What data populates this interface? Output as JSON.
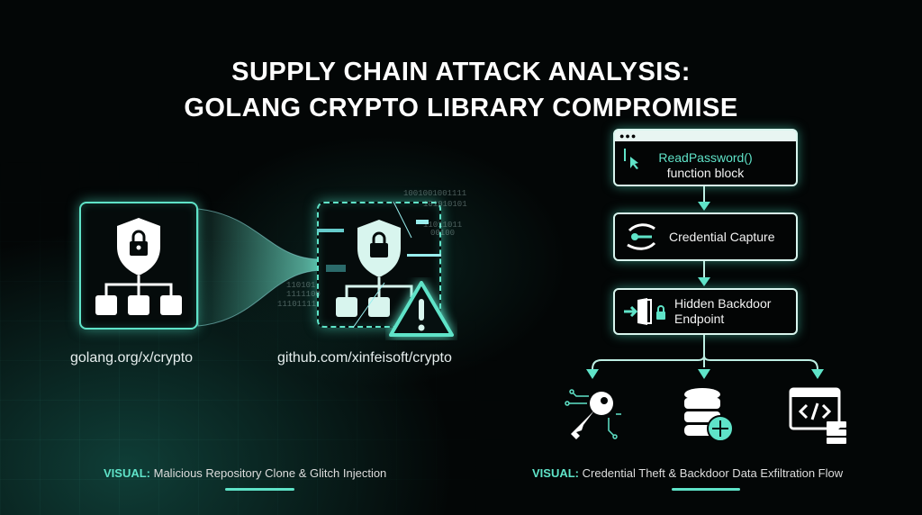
{
  "title": {
    "line1": "SUPPLY CHAIN ATTACK ANALYSIS:",
    "line2": "GOLANG CRYPTO LIBRARY COMPROMISE"
  },
  "left_panel": {
    "legit_repo": "golang.org/x/crypto",
    "malicious_repo": "github.com/xinfeisoft/crypto",
    "binary_noise": [
      "1001001001111",
      "101010101",
      "11011011",
      "00100",
      "110101",
      "1111100",
      "11101111"
    ]
  },
  "flow": {
    "step1": {
      "line1": "ReadPassword()",
      "line2": "function block"
    },
    "step2": "Credential Capture",
    "step3": {
      "line1": "Hidden Backdoor",
      "line2": "Endpoint"
    },
    "outputs": [
      "key-icon",
      "database-icon",
      "code-window-icon"
    ]
  },
  "captions": {
    "left": {
      "prefix": "VISUAL:",
      "text": "Malicious Repository Clone & Glitch Injection"
    },
    "right": {
      "prefix": "VISUAL:",
      "text": "Credential Theft & Backdoor Data Exfiltration Flow"
    }
  },
  "colors": {
    "accent": "#5fe3c8",
    "background": "#030606"
  }
}
